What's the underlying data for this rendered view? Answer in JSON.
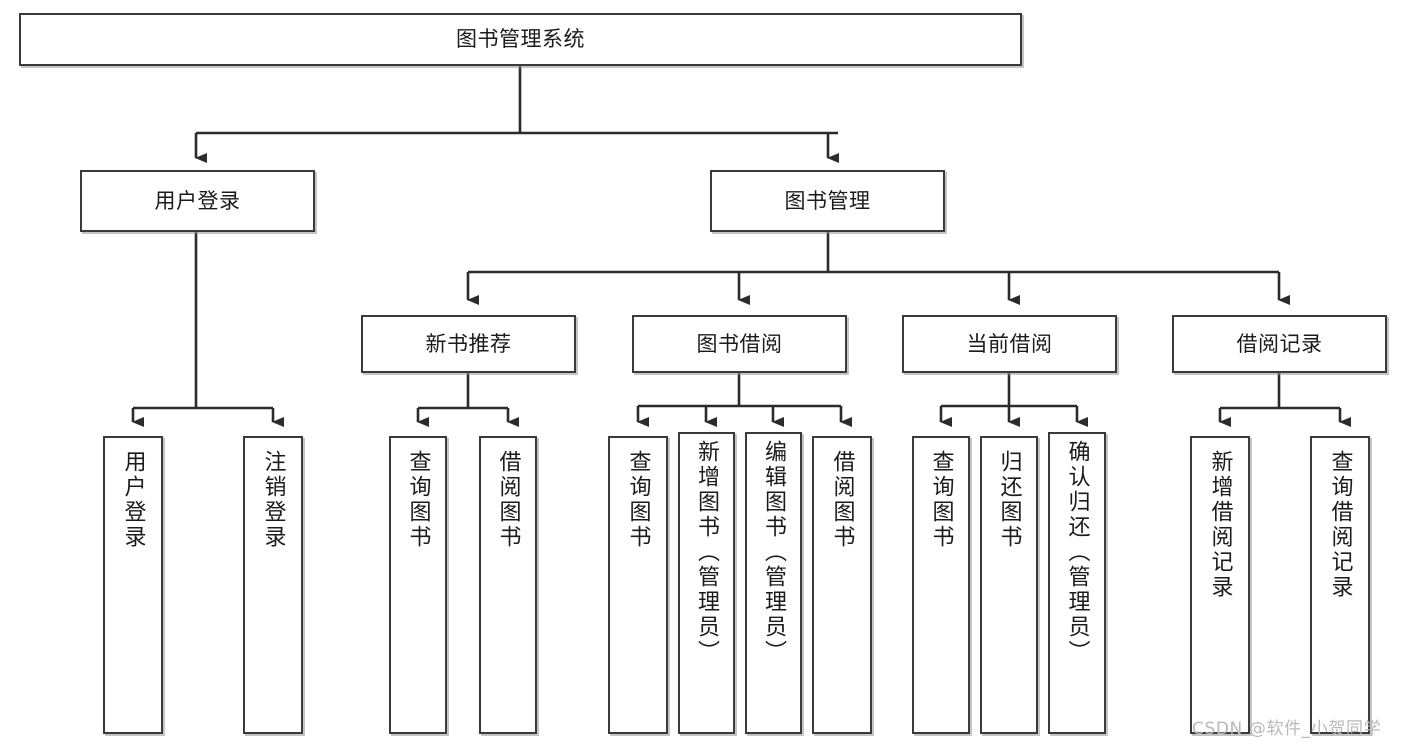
{
  "diagram": {
    "type": "tree",
    "title": "图书管理系统",
    "orientation": "top-down",
    "edge_style": "orthogonal-arrow",
    "colors": {
      "node_border": "#3a3a3a",
      "node_fill": "#ffffff",
      "edge": "#2b2b2b",
      "text": "#1b1b1b",
      "watermark": "#b9b9b9"
    }
  },
  "root": {
    "id": "root",
    "label": "图书管理系统"
  },
  "level2": [
    {
      "id": "user-login",
      "label": "用户登录"
    },
    {
      "id": "book-manage",
      "label": "图书管理"
    }
  ],
  "level3": [
    {
      "id": "new-book-recommend",
      "label": "新书推荐",
      "parent": "book-manage"
    },
    {
      "id": "book-borrow",
      "label": "图书借阅",
      "parent": "book-manage"
    },
    {
      "id": "current-borrow",
      "label": "当前借阅",
      "parent": "book-manage"
    },
    {
      "id": "borrow-record",
      "label": "借阅记录",
      "parent": "book-manage"
    }
  ],
  "leaves": [
    {
      "id": "leaf-user-login",
      "label": "用户登录",
      "parent": "user-login"
    },
    {
      "id": "leaf-user-logout",
      "label": "注销登录",
      "parent": "user-login"
    },
    {
      "id": "leaf-query-book-1",
      "label": "查询图书",
      "parent": "new-book-recommend"
    },
    {
      "id": "leaf-borrow-book-1",
      "label": "借阅图书",
      "parent": "new-book-recommend"
    },
    {
      "id": "leaf-query-book-2",
      "label": "查询图书",
      "parent": "book-borrow"
    },
    {
      "id": "leaf-add-book",
      "label": "新增图书（管理员）",
      "parent": "book-borrow"
    },
    {
      "id": "leaf-edit-book",
      "label": "编辑图书（管理员）",
      "parent": "book-borrow"
    },
    {
      "id": "leaf-borrow-book-2",
      "label": "借阅图书",
      "parent": "book-borrow"
    },
    {
      "id": "leaf-query-book-3",
      "label": "查询图书",
      "parent": "current-borrow"
    },
    {
      "id": "leaf-return-book",
      "label": "归还图书",
      "parent": "current-borrow"
    },
    {
      "id": "leaf-confirm-return",
      "label": "确认归还（管理员）",
      "parent": "current-borrow"
    },
    {
      "id": "leaf-add-record",
      "label": "新增借阅记录",
      "parent": "borrow-record"
    },
    {
      "id": "leaf-query-record",
      "label": "查询借阅记录",
      "parent": "borrow-record"
    }
  ],
  "watermark": {
    "text": "CSDN @软件_小贺同学"
  }
}
